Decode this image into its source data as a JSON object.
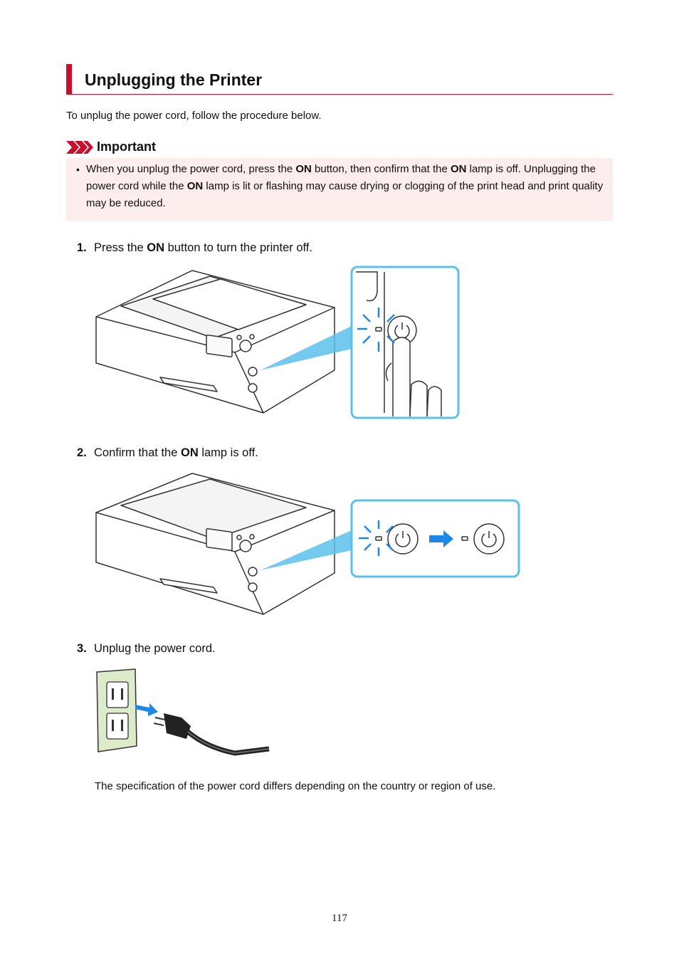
{
  "heading": "Unplugging the Printer",
  "intro": "To unplug the power cord, follow the procedure below.",
  "important": {
    "label": "Important",
    "text_parts": [
      "When you unplug the power cord, press the ",
      "ON",
      " button, then confirm that the ",
      "ON",
      " lamp is off. Unplugging the power cord while the ",
      "ON",
      " lamp is lit or flashing may cause drying or clogging of the print head and print quality may be reduced."
    ]
  },
  "steps": [
    {
      "number": "1.",
      "before": "Press the ",
      "bold": "ON",
      "after": " button to turn the printer off."
    },
    {
      "number": "2.",
      "before": "Confirm that the ",
      "bold": "ON",
      "after": " lamp is off."
    },
    {
      "number": "3.",
      "before": "Unplug the power cord.",
      "bold": "",
      "after": ""
    }
  ],
  "note": "The specification of the power cord differs depending on the country or region of use.",
  "page_number": "117",
  "colors": {
    "accent_red": "#c8102e",
    "important_bg": "#fdeded",
    "callout_blue": "#5bc0eb",
    "arrow_blue": "#1e88e5",
    "outlet_green": "#dcebc9"
  }
}
